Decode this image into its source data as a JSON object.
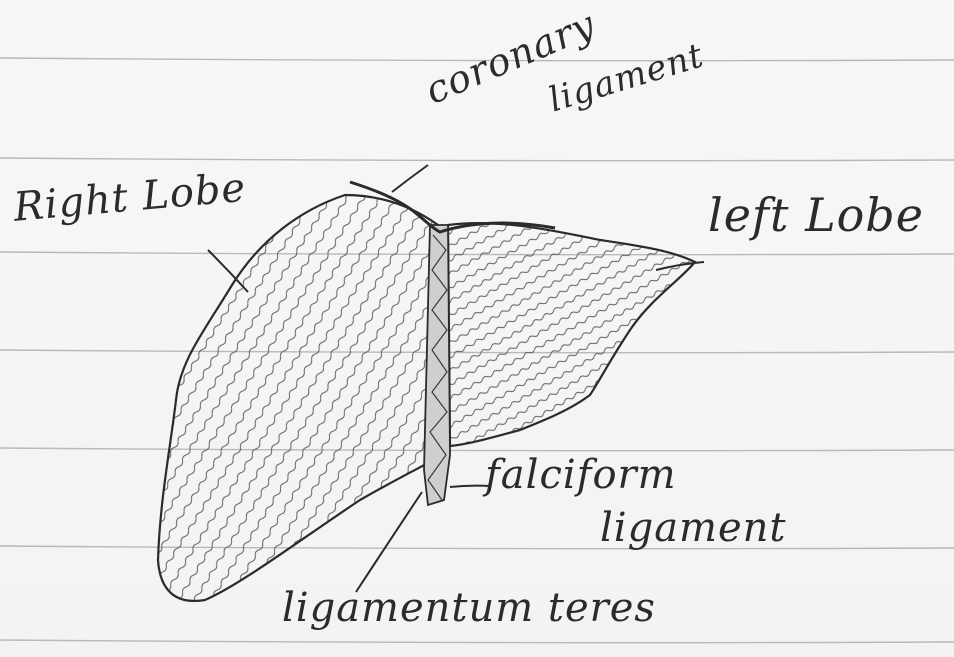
{
  "labels": {
    "coronary_ligament_line1": "coronary",
    "coronary_ligament_line2": "ligament",
    "right_lobe": "Right Lobe",
    "left_lobe": "left Lobe",
    "falciform_ligament_line1": "falciform",
    "falciform_ligament_line2": "ligament",
    "ligamentum_teres": "ligamentum teres"
  },
  "colors": {
    "ink": "#2b2b2b",
    "hatch": "#555555",
    "paper": "#f5f5f3",
    "ruling": "#b9b9b9"
  }
}
